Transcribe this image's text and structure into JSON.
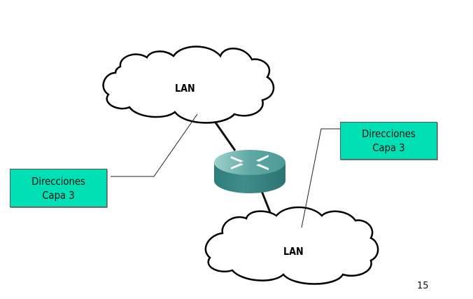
{
  "diagram": {
    "networks": [
      {
        "label": "LAN",
        "shape": "cloud"
      },
      {
        "label": "LAN",
        "shape": "cloud"
      }
    ],
    "router": {
      "icon": "router-icon",
      "color": "#3a8a88"
    },
    "callouts": [
      {
        "line1": "Direcciones",
        "line2": "Capa 3",
        "color": "#00e0b4"
      },
      {
        "line1": "Direcciones",
        "line2": "Capa 3",
        "color": "#00e0b4"
      }
    ],
    "page_number": "15"
  }
}
